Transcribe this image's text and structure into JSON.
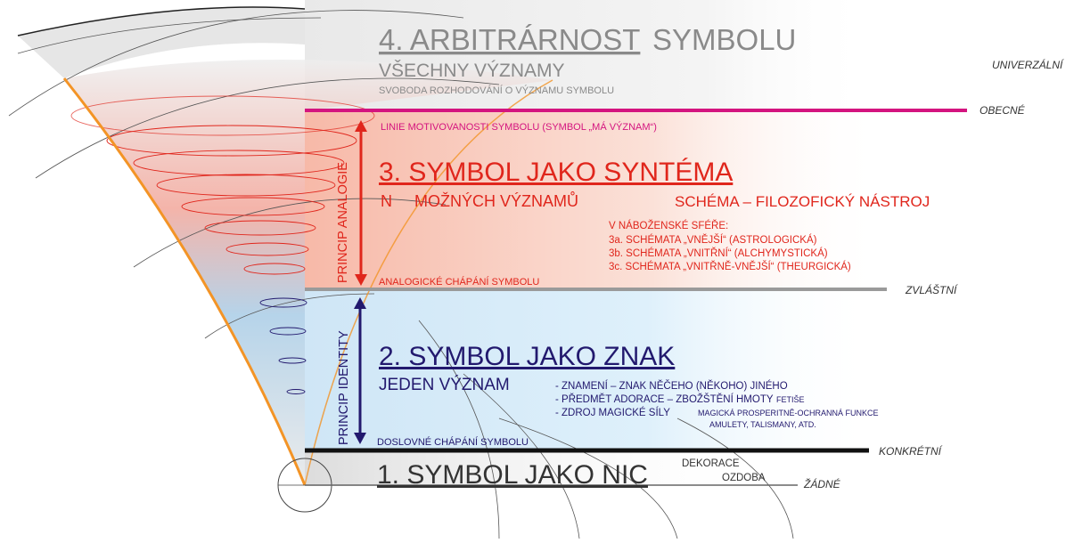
{
  "levels": {
    "l4": {
      "title_num": "4. ARBITRÁRNOST",
      "title_rest": "SYMBOLU",
      "sub": "VŠECHNY VÝZNAMY",
      "note": "SVOBODA ROZHODOVÁNÍ O VÝZNAMU SYMBOLU"
    },
    "l3": {
      "motiv_line": "LINIE MOTIVOVANOSTI SYMBOLU (SYMBOL „MÁ VÝZNAM“)",
      "title": "3. SYMBOL JAKO SYNTÉMA",
      "sub_n": "N",
      "sub": "MOŽNÝCH VÝZNAMŮ",
      "schema": "SCHÉMA – FILOZOFICKÝ NÁSTROJ",
      "relig_head": "V NÁBOŽENSKÉ SFÉŘE:",
      "relig": [
        "3a. SCHÉMATA „VNĚJŠÍ“ (ASTROLOGICKÁ)",
        "3b. SCHÉMATA „VNITŘNÍ“ (ALCHYMYSTICKÁ)",
        "3c. SCHÉMATA „VNITŘNĚ-VNĚJŠÍ“ (THEURGICKÁ)"
      ],
      "analog": "ANALOGICKÉ CHÁPÁNÍ SYMBOLU",
      "principle": "PRINCIP ANALOGIE"
    },
    "l2": {
      "title": "2. SYMBOL JAKO ZNAK",
      "sub": "JEDEN VÝZNAM",
      "items": [
        "- ZNAMENÍ – ZNAK NĚČEHO (NĚKOHO) JINÉHO",
        "- PŘEDMĚT ADORACE – ZBOŽŠTĚNÍ HMOTY",
        "- ZDROJ MAGICKÉ SÍLY"
      ],
      "fetish": "FETIŠE",
      "magic": "MAGICKÁ PROSPERITNĚ-OCHRANNÁ FUNKCE",
      "amulets": "AMULETY, TALISMANY, ATD.",
      "literal": "DOSLOVNÉ CHÁPÁNÍ SYMBOLU",
      "principle": "PRINCIP IDENTITY"
    },
    "l1": {
      "title": "1. SYMBOL JAKO NIC",
      "deco": "DEKORACE",
      "orna": "OZDOBA"
    }
  },
  "scale": {
    "universal": "UNIVERZÁLNÍ",
    "general": "OBECNÉ",
    "special": "ZVLÁŠTNÍ",
    "concrete": "KONKRÉTNÍ",
    "none": "ŽÁDNÉ"
  },
  "colors": {
    "level4": "#8a8a8a",
    "level3": "#e0261c",
    "level2": "#22196e",
    "level1": "#333333",
    "magenta": "#d4147f",
    "gray_line": "#9a9a9a",
    "orange": "#f39426"
  }
}
